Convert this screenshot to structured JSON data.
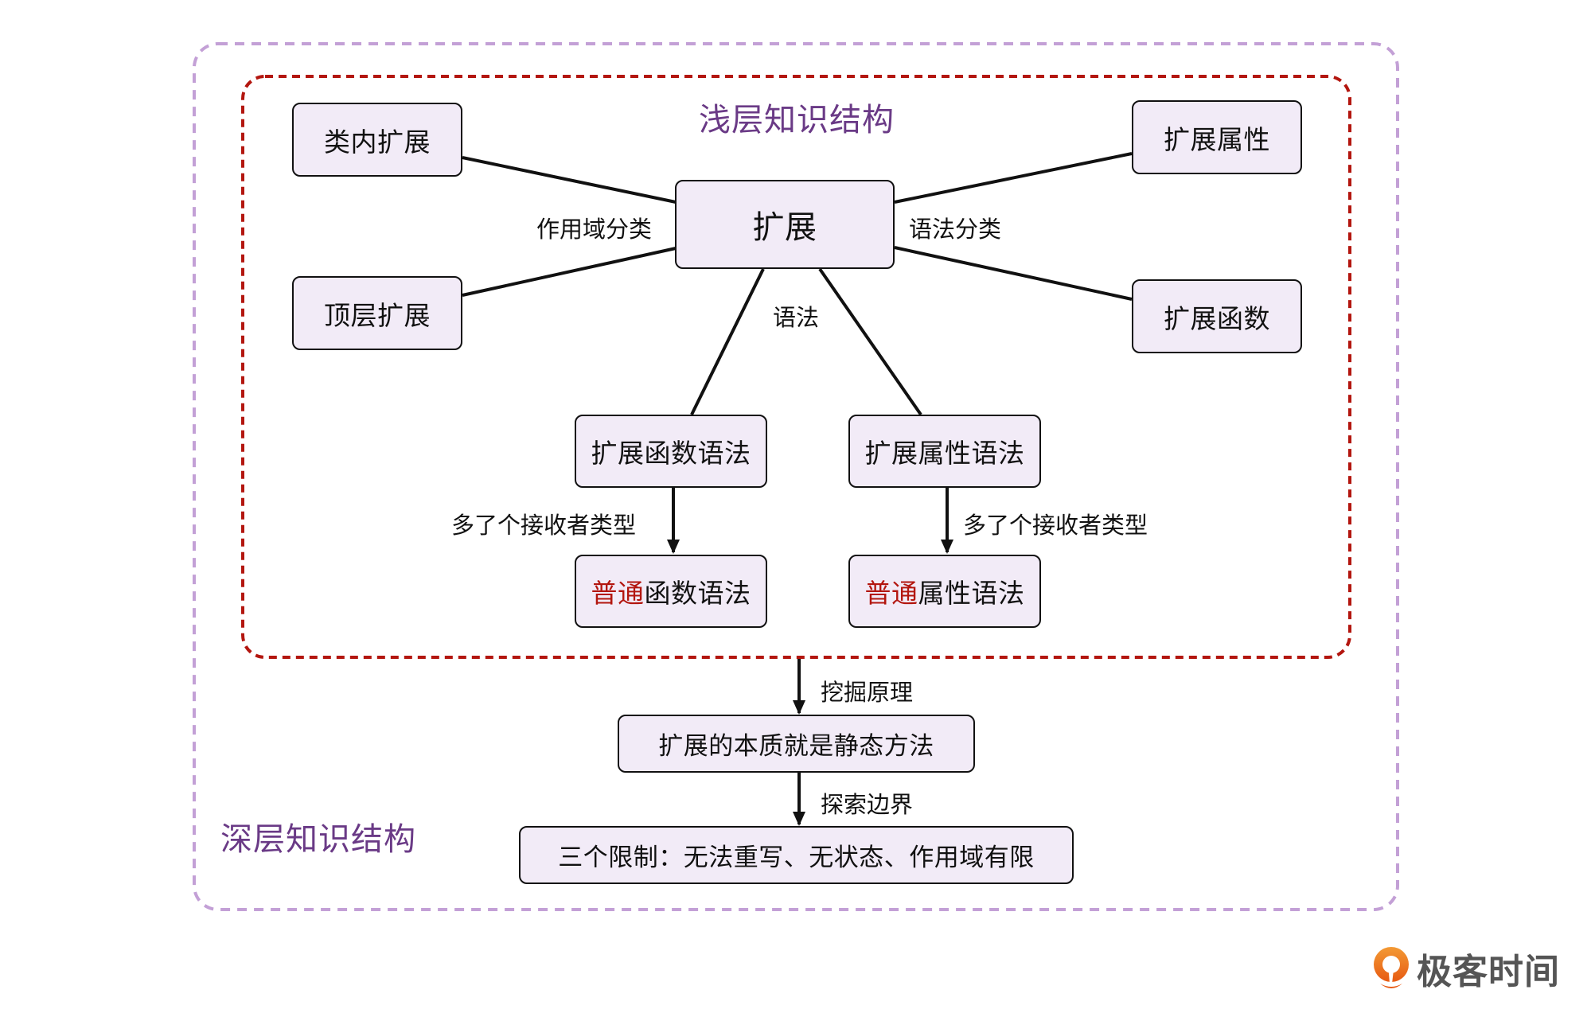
{
  "regions": {
    "shallow_title": "浅层知识结构",
    "deep_title": "深层知识结构"
  },
  "nodes": {
    "center": "扩展",
    "in_class": "类内扩展",
    "top_level": "顶层扩展",
    "ext_property": "扩展属性",
    "ext_function": "扩展函数",
    "ext_function_syntax": "扩展函数语法",
    "ext_property_syntax": "扩展属性语法",
    "normal_function_syntax": {
      "highlight": "普通",
      "rest": "函数语法"
    },
    "normal_property_syntax": {
      "highlight": "普通",
      "rest": "属性语法"
    },
    "essence": "扩展的本质就是静态方法",
    "limits": "三个限制：无法重写、无状态、作用域有限"
  },
  "edge_labels": {
    "scope_category": "作用域分类",
    "syntax_category": "语法分类",
    "syntax": "语法",
    "receiver_left": "多了个接收者类型",
    "receiver_right": "多了个接收者类型",
    "dig_principle": "挖掘原理",
    "explore_boundary": "探索边界"
  },
  "colors": {
    "node_fill": "#f2ebf7",
    "highlight": "#b3160f",
    "shallow_border": "#b3160f",
    "deep_border": "#c3a0d6",
    "region_title": "#6a3a86",
    "logo_orange": "#f07a1e"
  },
  "brand": {
    "logo_text": "极客时间"
  }
}
